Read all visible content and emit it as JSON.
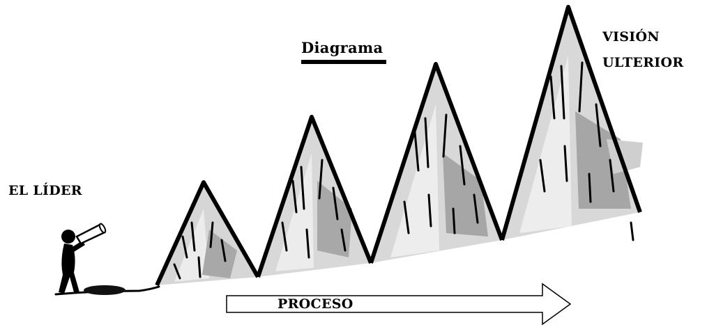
{
  "diagram": {
    "title": "Diagrama",
    "leader_label": "EL LÍDER",
    "vision_label": "VISIÓN ULTERIOR",
    "process_label": "PROCESO"
  },
  "colors": {
    "ink": "#000000",
    "shade_dark": "#9a9a9a",
    "shade_light": "#d4d4d4",
    "background": "#ffffff"
  },
  "icons": {
    "leader": "person-with-telescope-icon",
    "mountains": "mountain-peak-icon",
    "arrow": "right-arrow-icon"
  }
}
